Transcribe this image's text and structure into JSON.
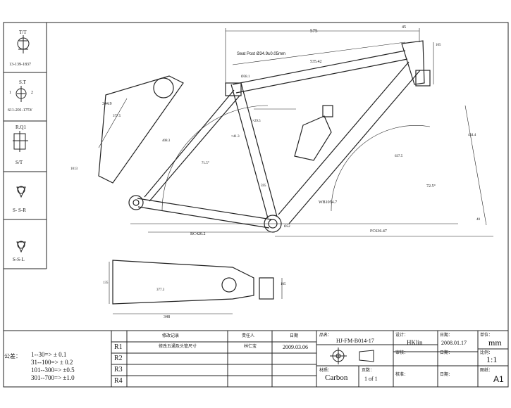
{
  "side_views": [
    {
      "label_top": "T/T",
      "label_bottom": "13-139-1837"
    },
    {
      "label_top": "S.T",
      "label_side_left": "1",
      "label_side_right": "2",
      "label_bottom": "611-201-175Y"
    },
    {
      "label_top": "R.Q1",
      "label_bottom": "S/T"
    },
    {
      "label_top": "",
      "label_bottom": "S- S-R"
    },
    {
      "label_top": "",
      "label_bottom": "S-S-L"
    }
  ],
  "dimensions": {
    "top_length": "575",
    "top_tube": "535.42",
    "seat_post": "Seat Post Ø34.9±0.05mm",
    "d_38": "Ø38.1",
    "d_head": "45",
    "d_head2": "105",
    "fork_len": "1013",
    "fork_offset": "344.9",
    "fork_a": "377.5",
    "fork_b": "408.3",
    "seat_tube": "595",
    "down_tube": "637.5",
    "chainstay": "×29.5",
    "angle_a": "72.5°",
    "angle_b": "71.5°",
    "wheelbase": "WB1054.7",
    "reach": "RC420.2",
    "front_center": "FC636.47",
    "bb_drop": "Ø52",
    "stay_len": "40",
    "head_dim": "454.4",
    "chainstay_height": "135",
    "fork_width": "348",
    "fork_crown": "377.3",
    "fork_tip": "105",
    "seat_h": "×41.3"
  },
  "title_block": {
    "revision_header": "修改记录",
    "responsible_header": "责任人",
    "date_header": "日期",
    "revisions": [
      {
        "id": "R1",
        "desc": "修改五通及头管尺寸",
        "person": "林仁宝",
        "date": "2009.03.06"
      },
      {
        "id": "R2",
        "desc": "",
        "person": "",
        "date": ""
      },
      {
        "id": "R3",
        "desc": "",
        "person": "",
        "date": ""
      },
      {
        "id": "R4",
        "desc": "",
        "person": "",
        "date": ""
      }
    ],
    "tolerance_label": "公差：",
    "tolerances": [
      "1--30=> ± 0.1",
      "31--100=> ± 0.2",
      "101--300=> ±0.5",
      "301--700=> ±1.0"
    ],
    "part_name_label": "品名：",
    "part_number": "HJ-FM-B014-17",
    "designer_label": "设计：",
    "designer": "HKlin",
    "design_date_label": "日期：",
    "design_date": "2008.01.17",
    "unit_label": "单位：",
    "unit": "mm",
    "checker_label": "审核：",
    "check_date_label": "日期：",
    "scale_label": "比例：",
    "scale": "1:1",
    "material_label": "材质：",
    "material": "Carbon",
    "sheet_label": "页数：",
    "sheet": "1  of  1",
    "approval_label": "核准：",
    "approval_date_label": "日期：",
    "size_label": "图纸：",
    "size": "A1"
  }
}
